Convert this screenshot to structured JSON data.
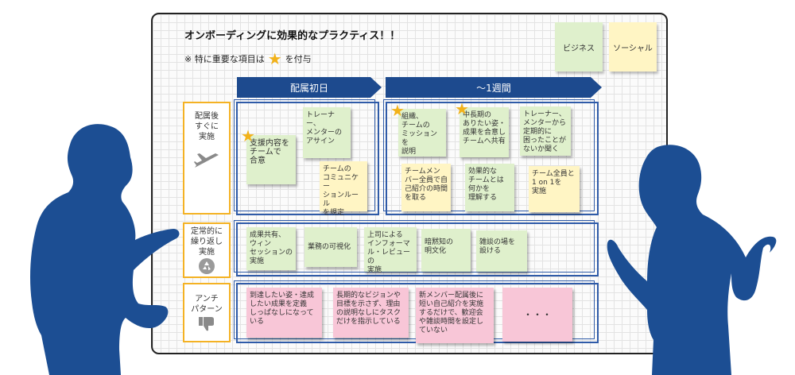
{
  "title": "オンボーディングに効果的なプラクティス！！",
  "note": {
    "prefix": "※ 特に重要な項目は",
    "suffix": "を付与"
  },
  "legend": [
    {
      "label": "ビジネス",
      "color": "#dff0cc"
    },
    {
      "label": "ソーシャル",
      "color": "#fff5c4"
    }
  ],
  "phases": [
    "配属初日",
    "〜1週間"
  ],
  "rows": [
    {
      "label": "配属後\nすぐに\n実施",
      "icon": "airplane-icon"
    },
    {
      "label": "定常的に\n繰り返し\n実施",
      "icon": "recycle-icon"
    },
    {
      "label": "アンチ\nパターン",
      "icon": "thumbs-down-icon"
    }
  ],
  "stickies": {
    "support": "支援内容を\nチームで\n合意",
    "mentor_assign": "トレーナー、\nメンターの\nアサイン",
    "comm_rules": "チームの\nコミュニケー\nションルール\nを規定",
    "mission": "組織、\nチームの\nミッションを\n説明",
    "long_term": "中長期の\nありたい姿・\n成果を合意し\nチームへ共有",
    "ask_help": "トレーナー、\nメンターから\n定期的に\n困ったことが\nないか聞く",
    "intro_time": "チームメン\nバー全員で自\n己紹介の時間\nを取る",
    "effective_team": "効果的な\nチームとは\n何かを\n理解する",
    "one_on_one": "チーム全員と\n1 on 1を\n実施",
    "results_share": "成果共有、\nウィン\nセッションの\n実施",
    "visualize": "業務の可視化",
    "informal_review": "上司による\nインフォーマ\nル・レビューの\n実施",
    "tacit": "暗黙知の\n明文化",
    "chat": "雑談の場を\n設ける",
    "anti1": "到達したい姿・達成\nしたい成果を定義\nしっぱなしになって\nいる",
    "anti2": "長期的なビジョンや\n目標を示さず、理由\nの説明なしにタスク\nだけを指示している",
    "anti3": "新メンバー配属後に\n短い自己紹介を実施\nするだけで、歓迎会\nや雑談時間を設定し\nていない",
    "anti4": "・・・"
  },
  "colors": {
    "arrow": "#1d4a8e",
    "panel": "#2f5ba8",
    "row_label_border": "#f4b224",
    "star": "#f2b21a",
    "silhouette": "#1c4e93"
  }
}
